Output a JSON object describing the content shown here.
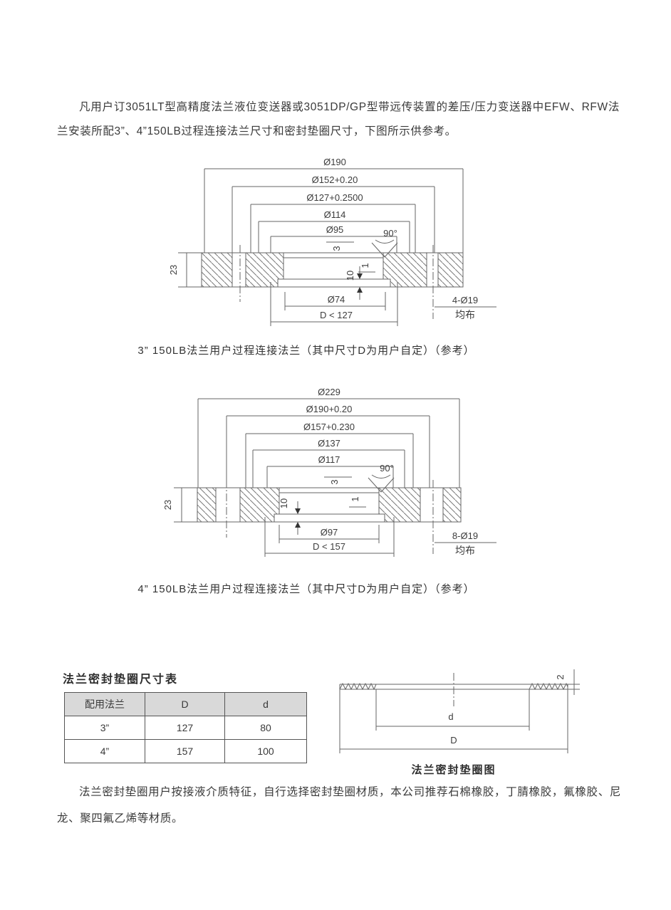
{
  "page": {
    "intro_text": "凡用户订3051LT型高精度法兰液位变送器或3051DP/GP型带远传装置的差压/压力变送器中EFW、RFW法兰安装所配3”、4”150LB过程连接法兰尺寸和密封垫圈尺寸，下图所示供参考。",
    "footer_text": "法兰密封垫圈用户按接液介质特征，自行选择密封垫圈材质，本公司推荐石棉橡胶，丁腈橡胶，氟橡胶、尼龙、聚四氟乙烯等材质。"
  },
  "drawing1": {
    "caption": "3” 150LB法兰用户过程连接法兰（其中尺寸D为用户自定）（参考）",
    "dia_labels": [
      "Ø190",
      "Ø152+0.20",
      "Ø127+0.2500",
      "Ø114",
      "Ø95"
    ],
    "angle": "90°",
    "thickness": "23",
    "step": "3",
    "depth": "10",
    "gap": "1",
    "bore": "Ø74",
    "user_dia": "D < 127",
    "bolt_holes": "4-Ø19",
    "bolt_note": "均布"
  },
  "drawing2": {
    "caption": "4” 150LB法兰用户过程连接法兰（其中尺寸D为用户自定）（参考）",
    "dia_labels": [
      "Ø229",
      "Ø190+0.20",
      "Ø157+0.230",
      "Ø137",
      "Ø117"
    ],
    "angle": "90°",
    "thickness": "23",
    "step": "3",
    "depth": "10",
    "gap": "1",
    "bore": "Ø97",
    "user_dia": "D < 157",
    "bolt_holes": "8-Ø19",
    "bolt_note": "均布"
  },
  "gasket_table": {
    "title": "法兰密封垫圈尺寸表",
    "headers": [
      "配用法兰",
      "D",
      "d"
    ],
    "rows": [
      [
        "3”",
        "127",
        "80"
      ],
      [
        "4”",
        "157",
        "100"
      ]
    ]
  },
  "gasket_diagram": {
    "caption": "法兰密封垫圈图",
    "inner_dia": "d",
    "outer_dia": "D",
    "thickness": "2"
  }
}
